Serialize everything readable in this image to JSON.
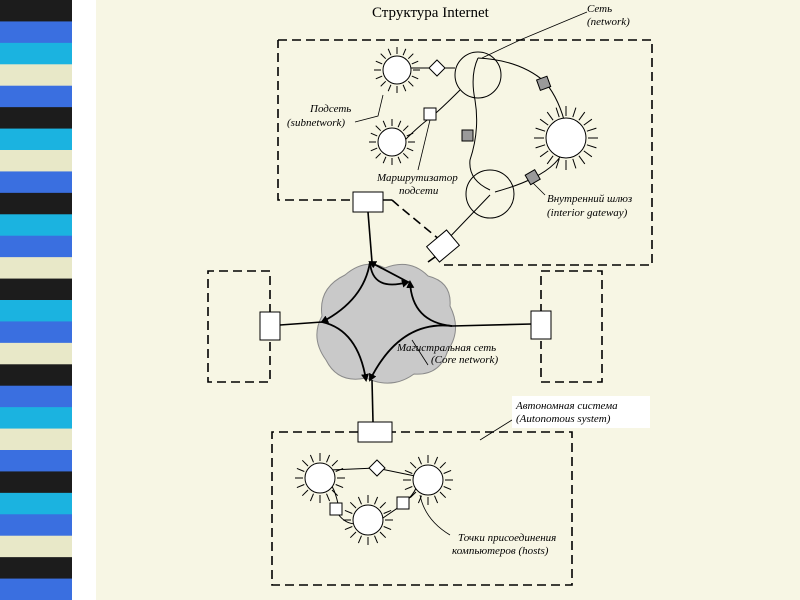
{
  "slide": {
    "title": "Структура Internet",
    "stripe_colors": [
      "#1c1c1c",
      "#3a6fe0",
      "#1bb3e0",
      "#e8e8c8"
    ]
  },
  "labels": {
    "network": [
      "Сеть",
      "(network)"
    ],
    "subnetwork": [
      "Подсеть",
      "(subnetwork)"
    ],
    "subnet_router": [
      "Маршрутизатор",
      "подсети"
    ],
    "interior_gateway": [
      "Внутренний шлюз",
      "(interior gateway)"
    ],
    "core_network": [
      "Магистральная сеть",
      "(Core network)"
    ],
    "autonomous_system": [
      "Автономная система",
      "(Autonomous system)"
    ],
    "hosts": [
      "Точки присоединения",
      "компьютеров (hosts)"
    ]
  },
  "colors": {
    "core_cloud": "#c9c9c9",
    "gateway_fill": "#9a9a9a"
  }
}
